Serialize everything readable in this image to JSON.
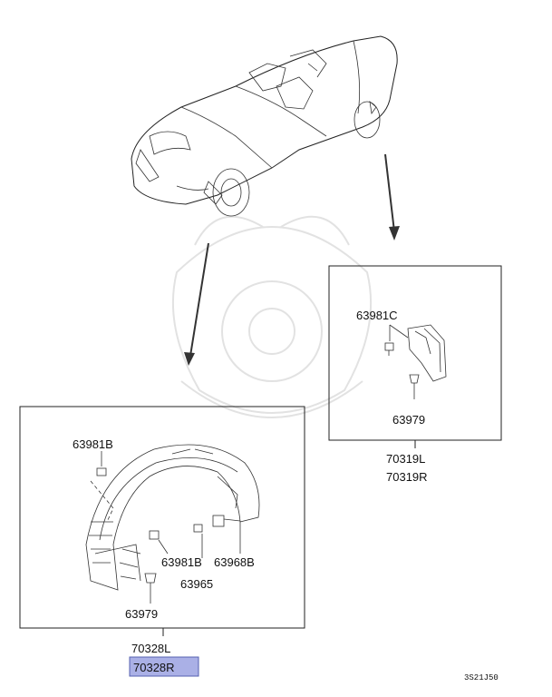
{
  "callouts": {
    "p63981C": "63981C",
    "p63979_right": "63979",
    "p70319L": "70319L",
    "p70319R": "70319R",
    "p63981B_top": "63981B",
    "p63981B_mid": "63981B",
    "p63965": "63965",
    "p63968B": "63968B",
    "p63979_left": "63979",
    "p70328L": "70328L",
    "p70328R": "70328R"
  },
  "diagram_code": "3S21J50",
  "highlight_color": "#aab0e6"
}
